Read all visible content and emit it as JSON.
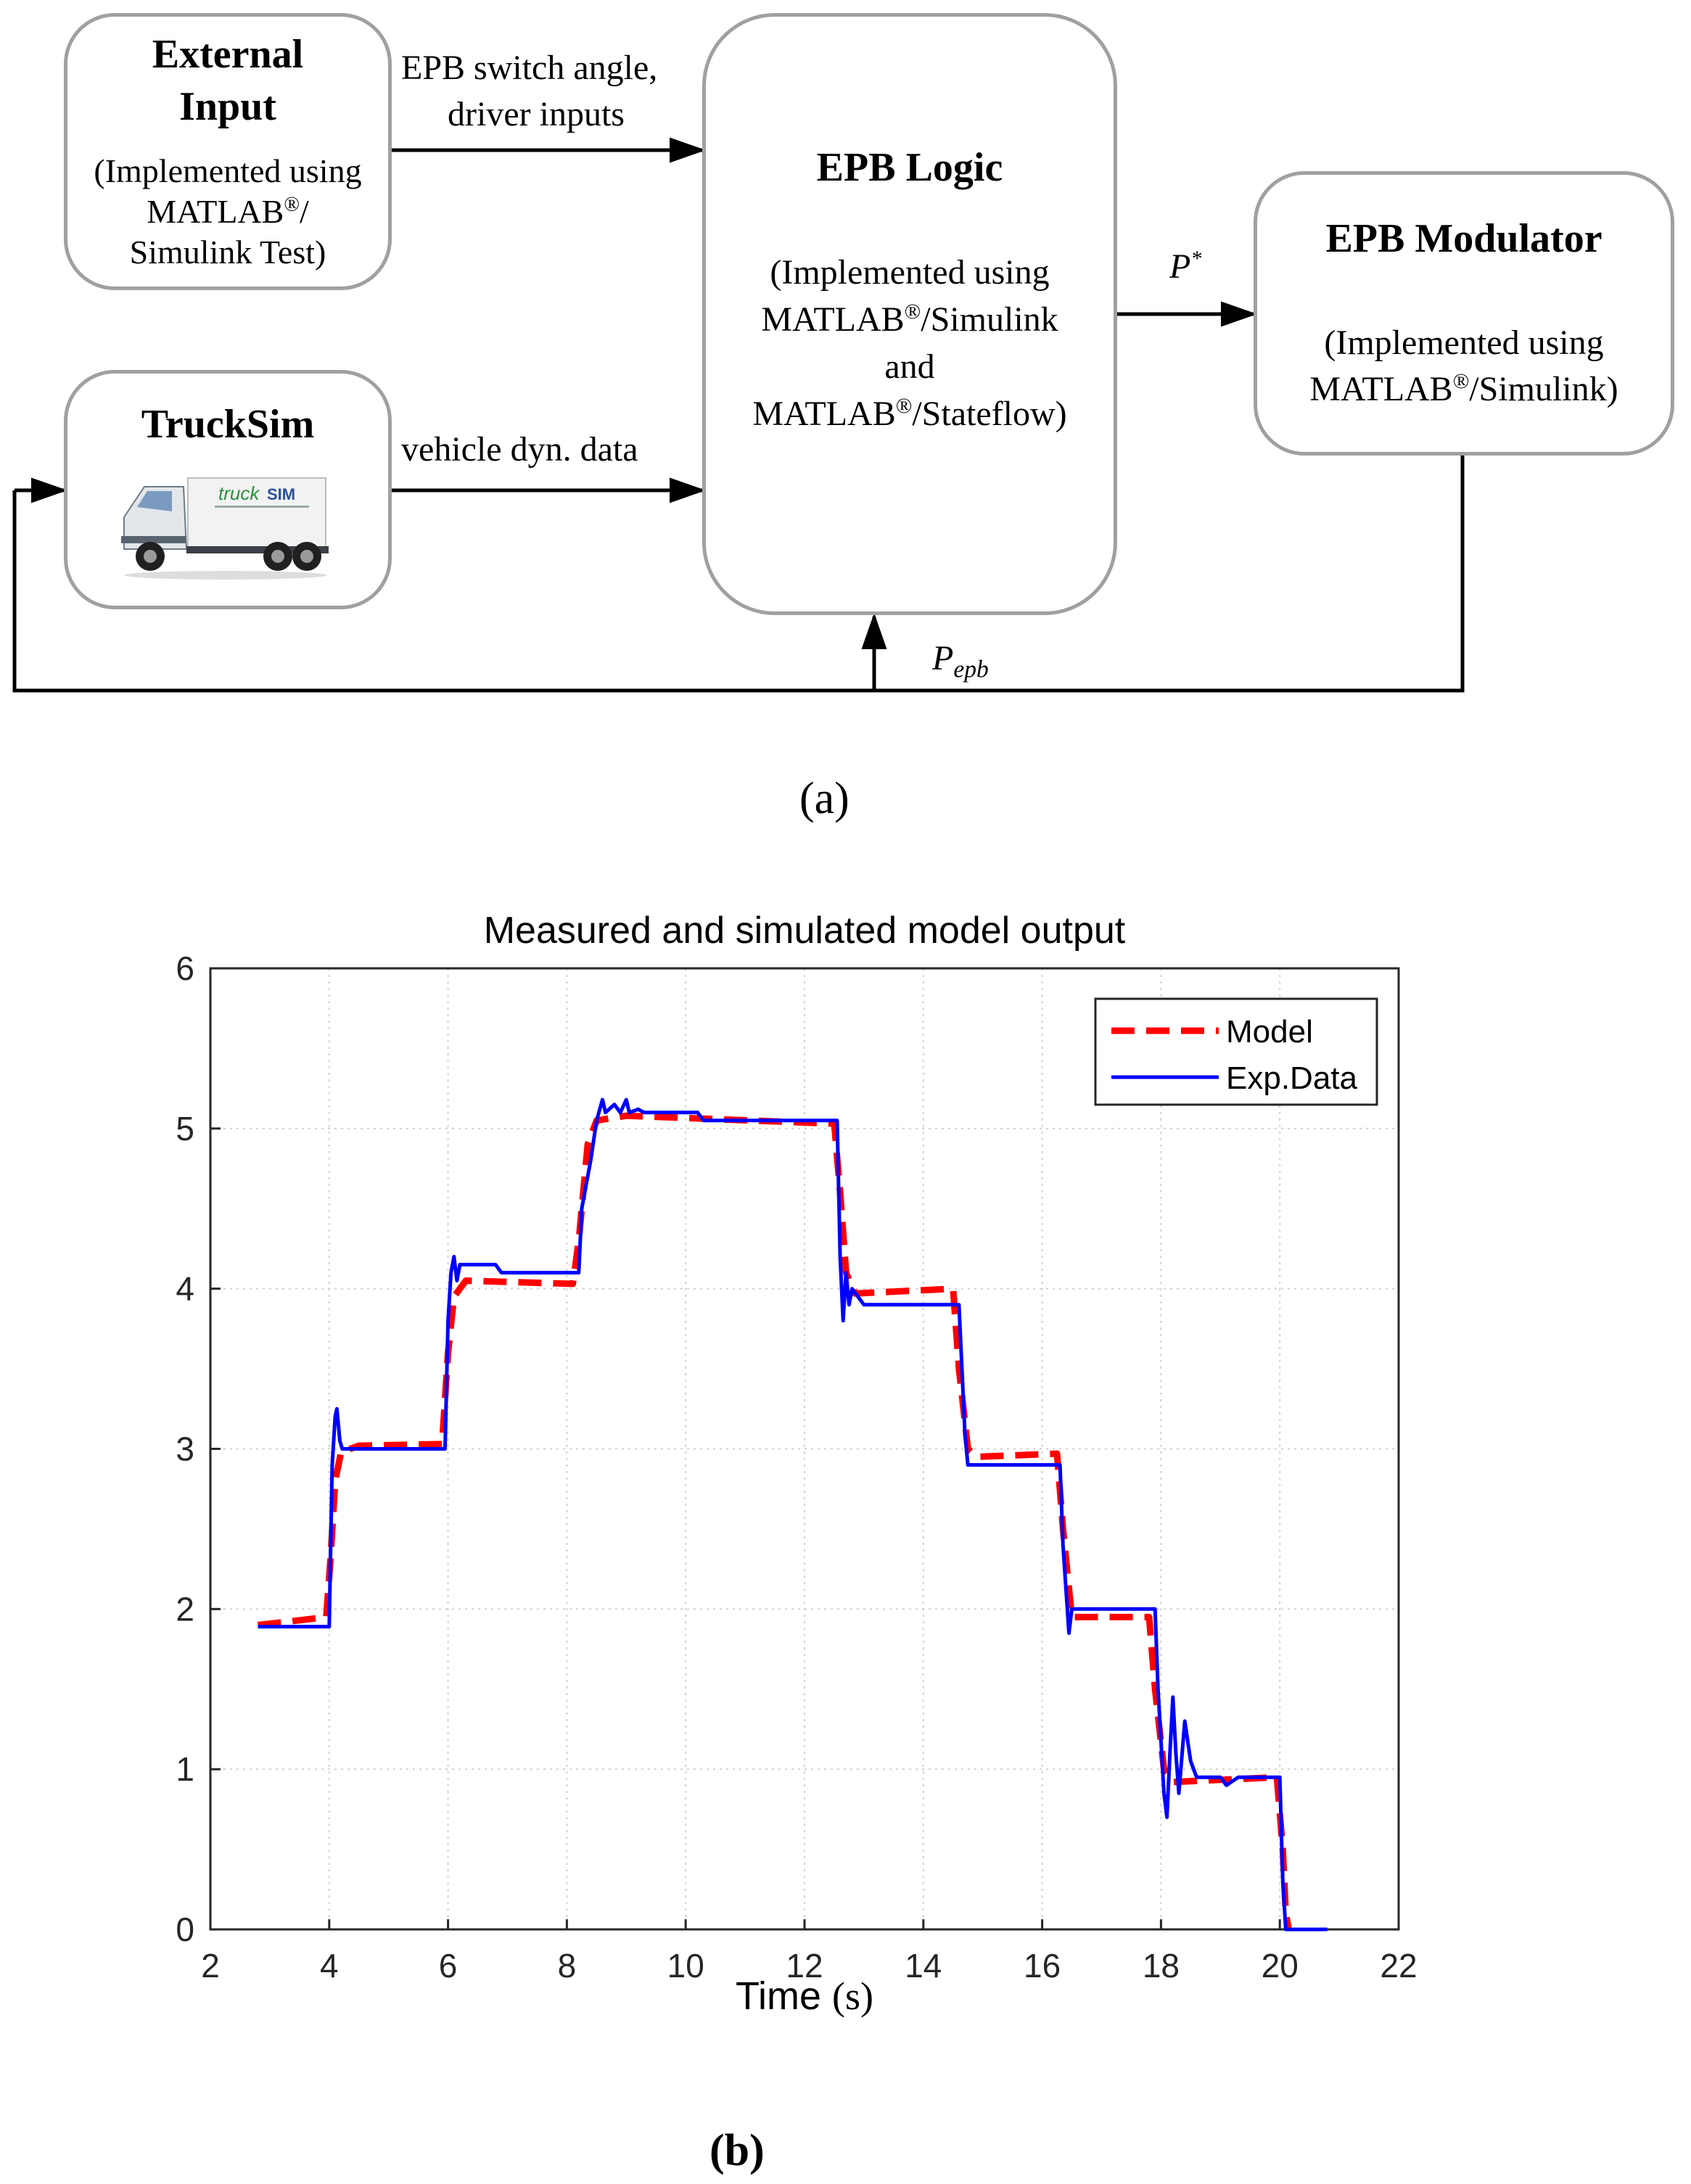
{
  "diagram": {
    "external_input": {
      "title_line1": "External",
      "title_line2": "Input",
      "line1": "(Implemented using",
      "line2": "MATLAB",
      "line2_sup": "®",
      "line2_tail": "/",
      "line3": "Simulink Test)"
    },
    "trucksim": {
      "title": "TruckSim",
      "image_alt": "truck-image"
    },
    "epb_logic": {
      "title": "EPB Logic",
      "line1": "(Implemented using",
      "line2_a": "MATLAB",
      "line2_sup": "®",
      "line2_b": "/Simulink",
      "line3": "and",
      "line4_a": "MATLAB",
      "line4_sup": "®",
      "line4_b": "/Stateflow)"
    },
    "epb_modulator": {
      "title": "EPB Modulator",
      "line1": "(Implemented using",
      "line2_a": "MATLAB",
      "line2_sup": "®",
      "line2_b": "/Simulink)"
    },
    "arrow_labels": {
      "switch_line1": "EPB switch angle,",
      "switch_line2": "driver inputs",
      "vehicle": "vehicle dyn. data",
      "p_star": "P",
      "p_star_sup": "*",
      "p_epb": "P",
      "p_epb_sub": "epb"
    },
    "panel_label": "(a)"
  },
  "figure_b": {
    "panel_label": "(b)"
  },
  "chart_data": {
    "type": "line",
    "title": "Measured and simulated model output",
    "xlabel_a": "Time ",
    "xlabel_b": "(s)",
    "ylabel": "",
    "xlim": [
      2,
      22
    ],
    "ylim": [
      0,
      6
    ],
    "xticks": [
      2,
      4,
      6,
      8,
      10,
      12,
      14,
      16,
      18,
      20,
      22
    ],
    "yticks": [
      0,
      1,
      2,
      3,
      4,
      5,
      6
    ],
    "grid": true,
    "legend_position": "top-right",
    "series": [
      {
        "name": "Model",
        "color": "#ff0000",
        "style": "dashed",
        "points": [
          [
            2.8,
            1.9
          ],
          [
            3.5,
            1.93
          ],
          [
            3.95,
            1.95
          ],
          [
            4.02,
            2.3
          ],
          [
            4.1,
            2.8
          ],
          [
            4.2,
            2.98
          ],
          [
            4.5,
            3.02
          ],
          [
            5.9,
            3.03
          ],
          [
            6.0,
            3.6
          ],
          [
            6.1,
            3.95
          ],
          [
            6.3,
            4.05
          ],
          [
            8.1,
            4.03
          ],
          [
            8.2,
            4.3
          ],
          [
            8.35,
            4.9
          ],
          [
            8.5,
            5.05
          ],
          [
            9.0,
            5.08
          ],
          [
            12.5,
            5.03
          ],
          [
            12.6,
            4.6
          ],
          [
            12.7,
            4.1
          ],
          [
            12.85,
            3.97
          ],
          [
            14.5,
            4.0
          ],
          [
            14.6,
            3.5
          ],
          [
            14.75,
            3.0
          ],
          [
            14.9,
            2.95
          ],
          [
            16.25,
            2.97
          ],
          [
            16.35,
            2.5
          ],
          [
            16.5,
            1.95
          ],
          [
            17.8,
            1.95
          ],
          [
            17.9,
            1.5
          ],
          [
            18.05,
            1.0
          ],
          [
            18.2,
            0.92
          ],
          [
            19.95,
            0.95
          ],
          [
            20.05,
            0.5
          ],
          [
            20.1,
            0.1
          ],
          [
            20.15,
            0.0
          ]
        ]
      },
      {
        "name": "Exp.Data",
        "color": "#0000ff",
        "style": "solid",
        "points": [
          [
            2.8,
            1.89
          ],
          [
            4.0,
            1.89
          ],
          [
            4.05,
            2.9
          ],
          [
            4.1,
            3.2
          ],
          [
            4.13,
            3.25
          ],
          [
            4.18,
            3.05
          ],
          [
            4.22,
            3.0
          ],
          [
            4.3,
            3.0
          ],
          [
            5.95,
            3.0
          ],
          [
            6.0,
            3.8
          ],
          [
            6.05,
            4.1
          ],
          [
            6.1,
            4.2
          ],
          [
            6.15,
            4.05
          ],
          [
            6.2,
            4.15
          ],
          [
            6.8,
            4.15
          ],
          [
            6.9,
            4.1
          ],
          [
            8.2,
            4.1
          ],
          [
            8.25,
            4.5
          ],
          [
            8.4,
            4.8
          ],
          [
            8.5,
            5.05
          ],
          [
            8.6,
            5.18
          ],
          [
            8.65,
            5.1
          ],
          [
            8.8,
            5.15
          ],
          [
            8.9,
            5.1
          ],
          [
            9.0,
            5.18
          ],
          [
            9.05,
            5.1
          ],
          [
            9.2,
            5.12
          ],
          [
            9.3,
            5.1
          ],
          [
            10.2,
            5.1
          ],
          [
            10.3,
            5.05
          ],
          [
            12.55,
            5.05
          ],
          [
            12.6,
            4.2
          ],
          [
            12.65,
            3.8
          ],
          [
            12.7,
            4.1
          ],
          [
            12.75,
            3.9
          ],
          [
            12.8,
            4.0
          ],
          [
            12.9,
            3.95
          ],
          [
            13.0,
            3.9
          ],
          [
            14.6,
            3.9
          ],
          [
            14.65,
            3.5
          ],
          [
            14.7,
            3.1
          ],
          [
            14.75,
            2.9
          ],
          [
            16.3,
            2.9
          ],
          [
            16.35,
            2.4
          ],
          [
            16.45,
            1.85
          ],
          [
            16.5,
            2.0
          ],
          [
            17.9,
            2.0
          ],
          [
            17.95,
            1.5
          ],
          [
            18.05,
            0.85
          ],
          [
            18.1,
            0.7
          ],
          [
            18.15,
            1.1
          ],
          [
            18.2,
            1.45
          ],
          [
            18.25,
            1.1
          ],
          [
            18.3,
            0.85
          ],
          [
            18.4,
            1.3
          ],
          [
            18.5,
            1.05
          ],
          [
            18.6,
            0.95
          ],
          [
            19.0,
            0.95
          ],
          [
            19.1,
            0.9
          ],
          [
            19.3,
            0.95
          ],
          [
            20.0,
            0.95
          ],
          [
            20.05,
            0.3
          ],
          [
            20.1,
            0.0
          ],
          [
            20.8,
            0.0
          ]
        ]
      }
    ]
  }
}
